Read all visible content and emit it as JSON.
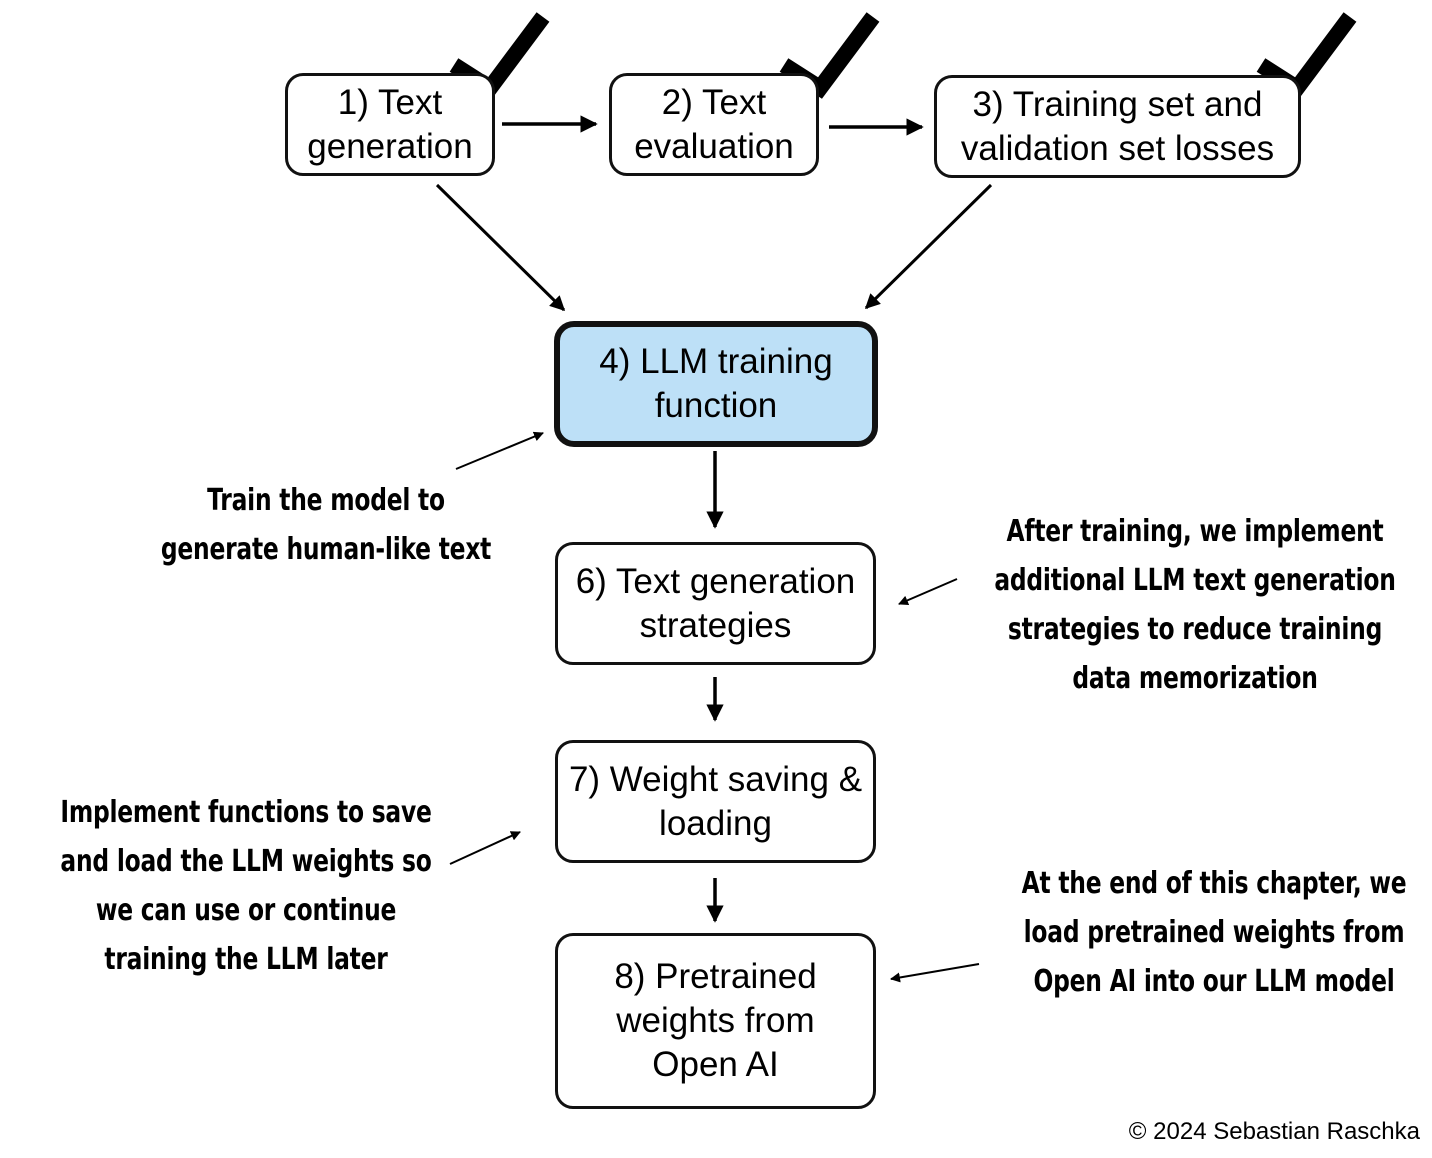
{
  "diagram": {
    "boxes": {
      "text_generation": "1) Text\ngeneration",
      "text_evaluation": "2) Text\nevaluation",
      "losses": "3) Training set and\nvalidation set losses",
      "training_function": "4) LLM training\nfunction",
      "generation_strategies": "6) Text generation\nstrategies",
      "weight_saving": "7) Weight saving &\nloading",
      "pretrained_weights": "8) Pretrained\nweights from\nOpen AI"
    },
    "notes": {
      "train_model": "Train the model to\ngenerate human-like text",
      "after_training": "After training, we implement\nadditional LLM text generation\nstrategies to reduce training\ndata memorization",
      "save_load": "Implement functions to save\nand load the LLM weights so\nwe can use or continue\ntraining the LLM later",
      "end_of_chapter": "At the end of this chapter, we\nload pretrained weights from\nOpen AI into our LLM model"
    },
    "completed_steps": [
      "1) Text generation",
      "2) Text evaluation",
      "3) Training set and validation set losses"
    ],
    "highlight_color": "#bde0f7"
  },
  "copyright": "© 2024 Sebastian Raschka"
}
